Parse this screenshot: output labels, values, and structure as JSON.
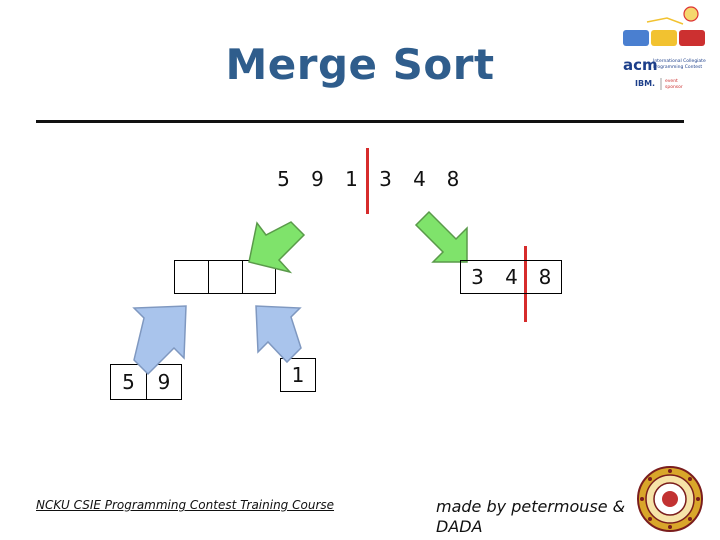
{
  "title": "Merge Sort",
  "top_array": [
    "5",
    "9",
    "1",
    "3",
    "4",
    "8"
  ],
  "left_middle_array": [
    "",
    "",
    ""
  ],
  "right_middle_array": [
    "3",
    "4",
    "8"
  ],
  "left_bottom_array": [
    "5",
    "9"
  ],
  "middle_bottom_array": [
    "1"
  ],
  "footer": {
    "course": "NCKU CSIE Programming Contest Training Course",
    "credit": "made by petermouse & DADA"
  },
  "logo": {
    "acm_text": "acm",
    "acm_subtitle": "International Collegiate Programming Contest",
    "ibm_text": "IBM.",
    "sponsor_text": "event sponsor"
  },
  "colors": {
    "title": "#2f5d8c",
    "split_line": "#d62b2b",
    "arrow_green": "#7fe36b",
    "arrow_blue": "#a9c4ec"
  }
}
